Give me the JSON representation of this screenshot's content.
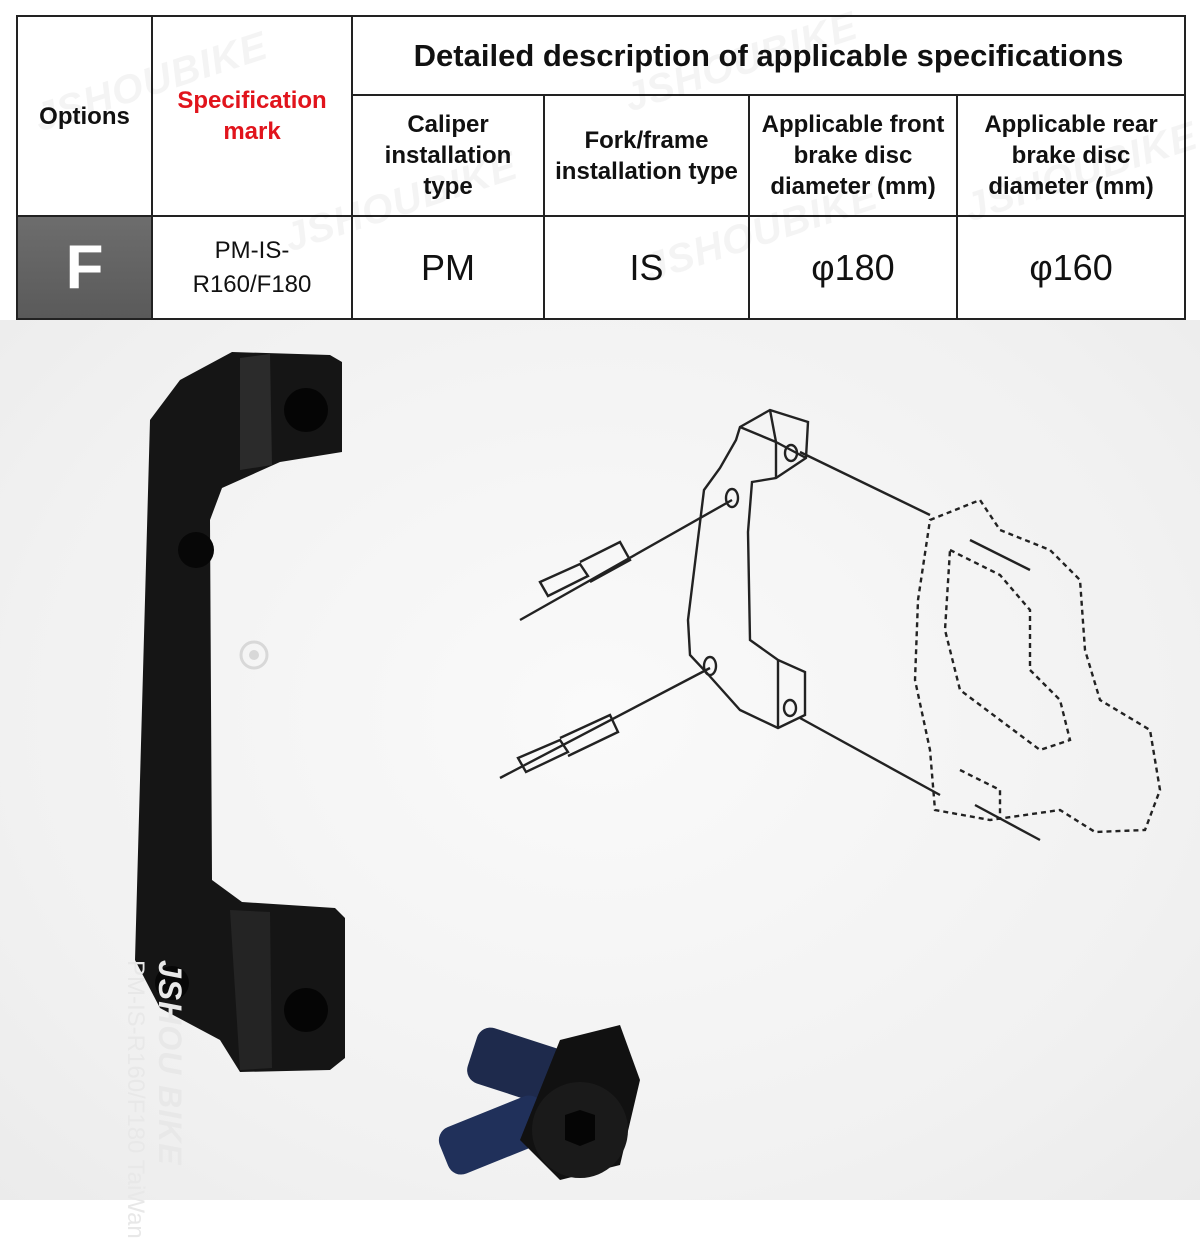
{
  "table": {
    "header": {
      "options": "Options",
      "spec_mark": "Specification mark",
      "detailed": "Detailed description of applicable specifications",
      "caliper": "Caliper installation type",
      "fork_frame": "Fork/frame installation type",
      "front_disc": "Applicable front brake disc diameter (mm)",
      "rear_disc": "Applicable rear brake disc diameter (mm)"
    },
    "row": {
      "option": "F",
      "spec_mark": "PM-IS-R160/F180",
      "caliper": "PM",
      "fork_frame": "IS",
      "front_disc": "φ180",
      "rear_disc": "φ160"
    }
  },
  "watermark": "JSHOUBIKE",
  "adapter": {
    "brand": "JSHOU BIKE",
    "model": "PM-IS-R160/F180 TaiWan"
  },
  "colors": {
    "spec_mark_red": "#e1141c",
    "option_cell_gray": "#646464"
  }
}
